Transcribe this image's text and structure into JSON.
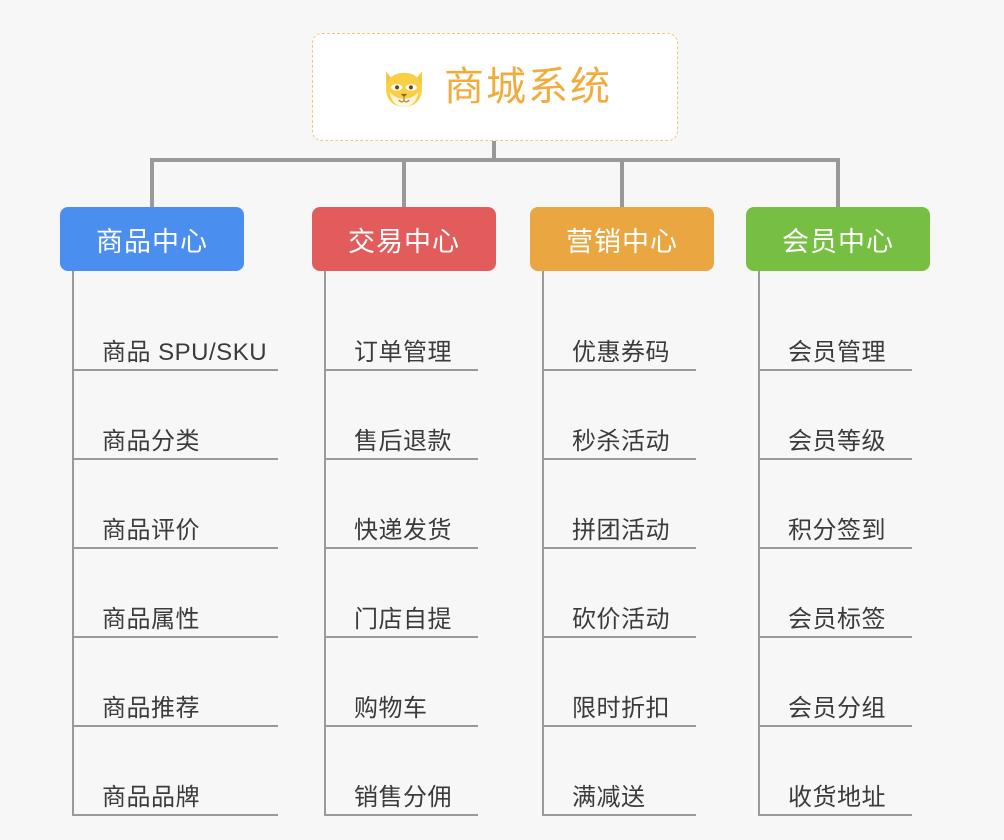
{
  "canvas": {
    "background": "#f7f7f7",
    "connector_color": "#999999"
  },
  "root": {
    "title": "商城系统",
    "icon": "shiba-dog-face-icon",
    "text_color": "#f0ad3e",
    "border_color": "#eec97a",
    "background": "#ffffff"
  },
  "branches": [
    {
      "label": "商品中心",
      "color": "#4a8ef0",
      "leaves": [
        "商品 SPU/SKU",
        "商品分类",
        "商品评价",
        "商品属性",
        "商品推荐",
        "商品品牌"
      ]
    },
    {
      "label": "交易中心",
      "color": "#e25c5c",
      "leaves": [
        "订单管理",
        "售后退款",
        "快递发货",
        "门店自提",
        "购物车",
        "销售分佣"
      ]
    },
    {
      "label": "营销中心",
      "color": "#eaa640",
      "leaves": [
        "优惠券码",
        "秒杀活动",
        "拼团活动",
        "砍价活动",
        "限时折扣",
        "满减送"
      ]
    },
    {
      "label": "会员中心",
      "color": "#76bf43",
      "leaves": [
        "会员管理",
        "会员等级",
        "积分签到",
        "会员标签",
        "会员分组",
        "收货地址"
      ]
    }
  ]
}
